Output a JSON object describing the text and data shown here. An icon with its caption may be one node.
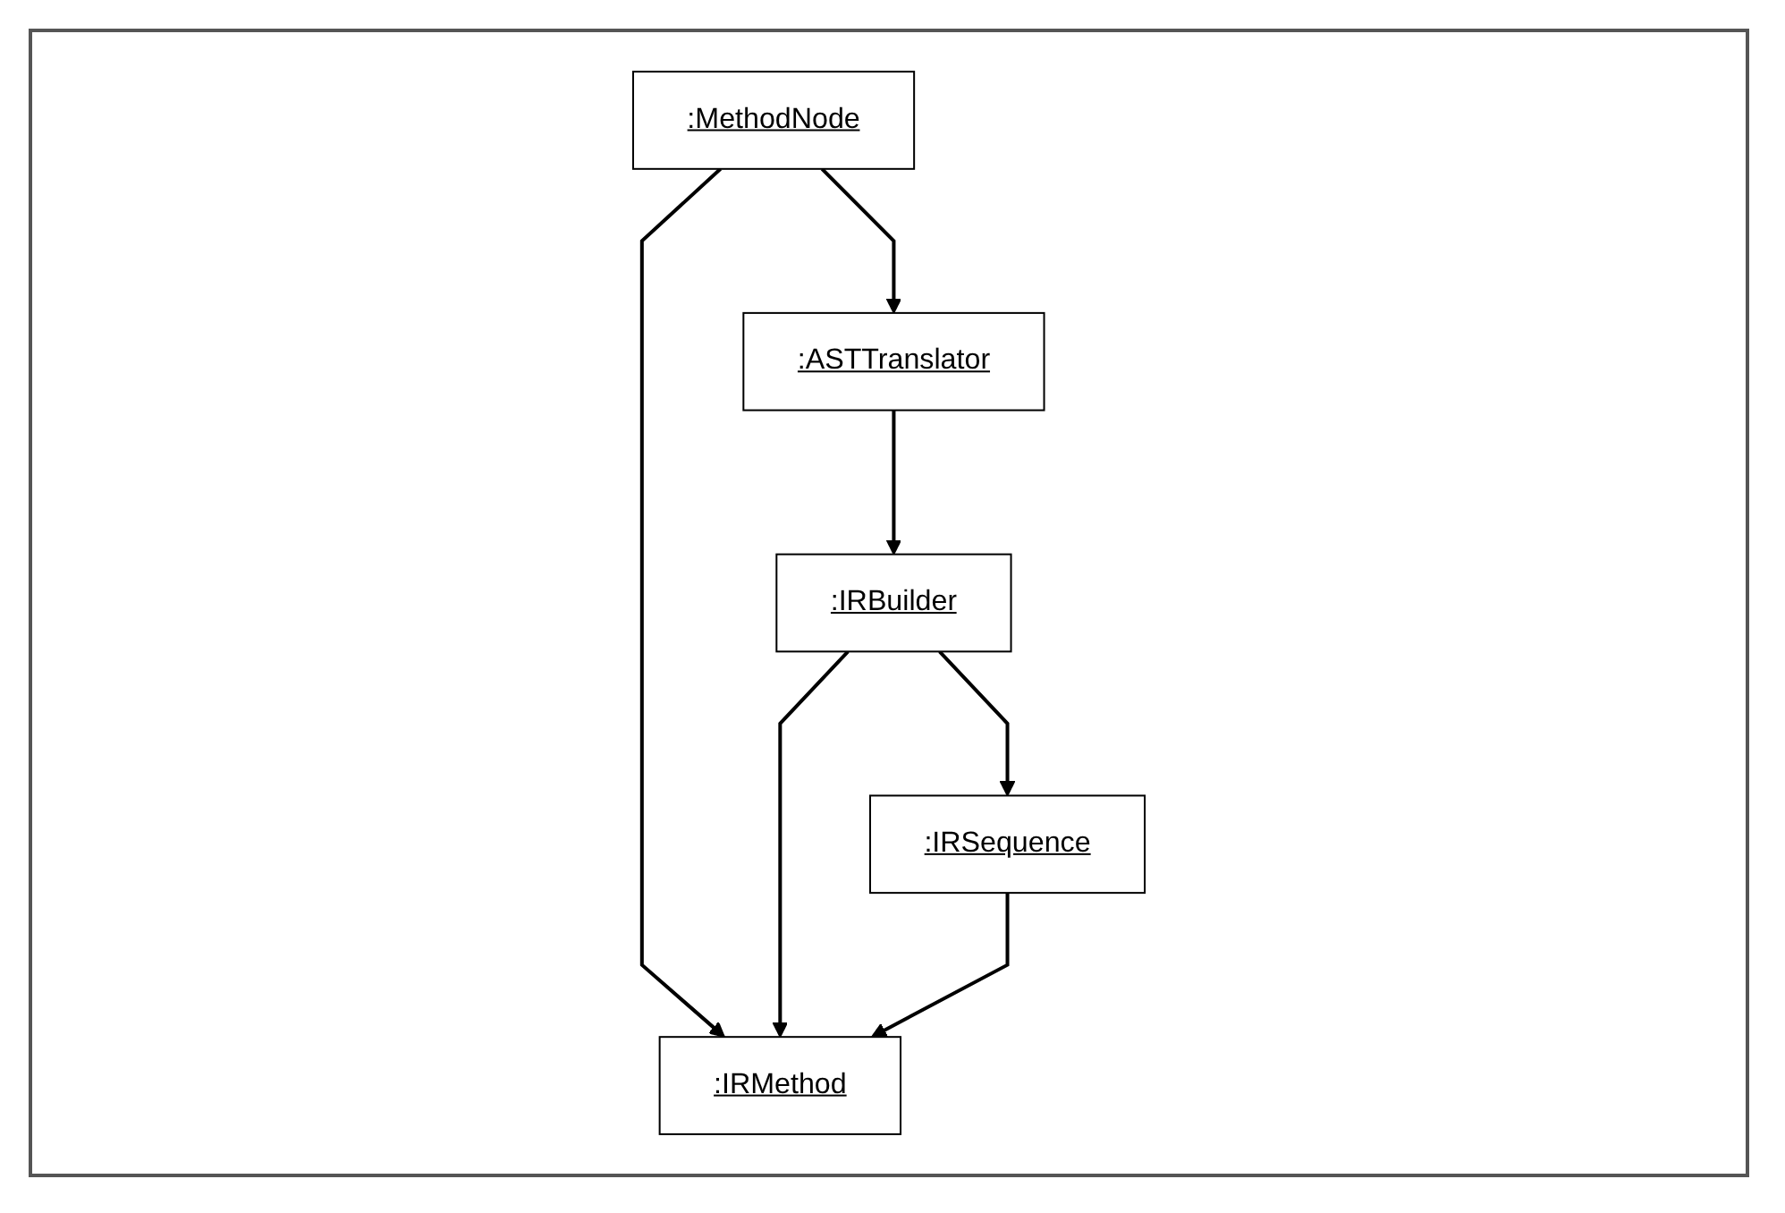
{
  "diagram": {
    "nodes": [
      {
        "text": [
          ":IRMethod"
        ]
      },
      {
        "text": [
          ":MethodNode"
        ]
      },
      {
        "text": [
          ":IRBuilder"
        ]
      },
      {
        "text": [
          ":IRSequence"
        ]
      },
      {
        "text": [
          ":ASTTranslator"
        ]
      }
    ],
    "edges": [
      {
        "from": 1,
        "to": 0,
        "arrow": "to"
      },
      {
        "from": 2,
        "to": 0,
        "arrow": "to"
      },
      {
        "from": 3,
        "to": 0,
        "arrow": "to"
      },
      {
        "from": 2,
        "to": 3,
        "arrow": "to"
      },
      {
        "from": 1,
        "to": 4,
        "arrow": "to"
      },
      {
        "from": 4,
        "to": 2,
        "arrow": "to"
      }
    ]
  }
}
